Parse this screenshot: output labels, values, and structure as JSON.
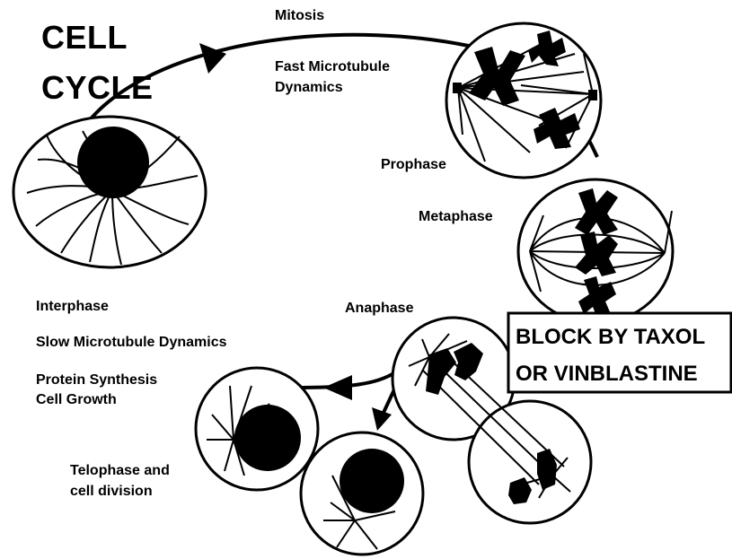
{
  "title": {
    "line1": "CELL",
    "line2": "CYCLE"
  },
  "labels": {
    "mitosis": "Mitosis",
    "fast_line1": "Fast Microtubule",
    "fast_line2": "Dynamics",
    "prophase": "Prophase",
    "metaphase": "Metaphase",
    "anaphase": "Anaphase",
    "interphase": "Interphase",
    "slow": "Slow Microtubule Dynamics",
    "protein": "Protein Synthesis",
    "growth": "Cell Growth",
    "telophase_line1": "Telophase and",
    "telophase_line2": "cell division"
  },
  "block_box": {
    "line1": "BLOCK BY TAXOL",
    "line2": "OR VINBLASTINE"
  },
  "colors": {
    "ink": "#000000",
    "paper": "#ffffff"
  }
}
